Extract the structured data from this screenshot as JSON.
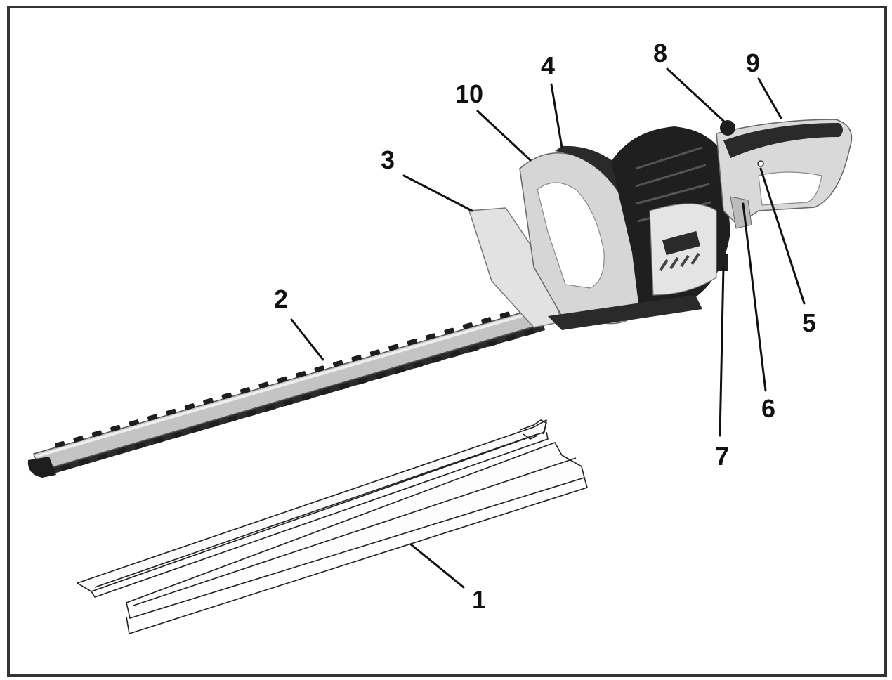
{
  "callouts": [
    {
      "id": "1",
      "label": "1"
    },
    {
      "id": "2",
      "label": "2"
    },
    {
      "id": "3",
      "label": "3"
    },
    {
      "id": "4",
      "label": "4"
    },
    {
      "id": "5",
      "label": "5"
    },
    {
      "id": "6",
      "label": "6"
    },
    {
      "id": "7",
      "label": "7"
    },
    {
      "id": "8",
      "label": "8"
    },
    {
      "id": "9",
      "label": "9"
    },
    {
      "id": "10",
      "label": "10"
    }
  ],
  "colors": {
    "frame": "#333333",
    "body_light": "#d8d8d8",
    "body_dark": "#2a2a2a",
    "blade": "#b8b8b8",
    "teeth": "#1e1e1e"
  },
  "icons": [
    "hedge-trimmer-illustration",
    "blade-cover-illustration"
  ]
}
